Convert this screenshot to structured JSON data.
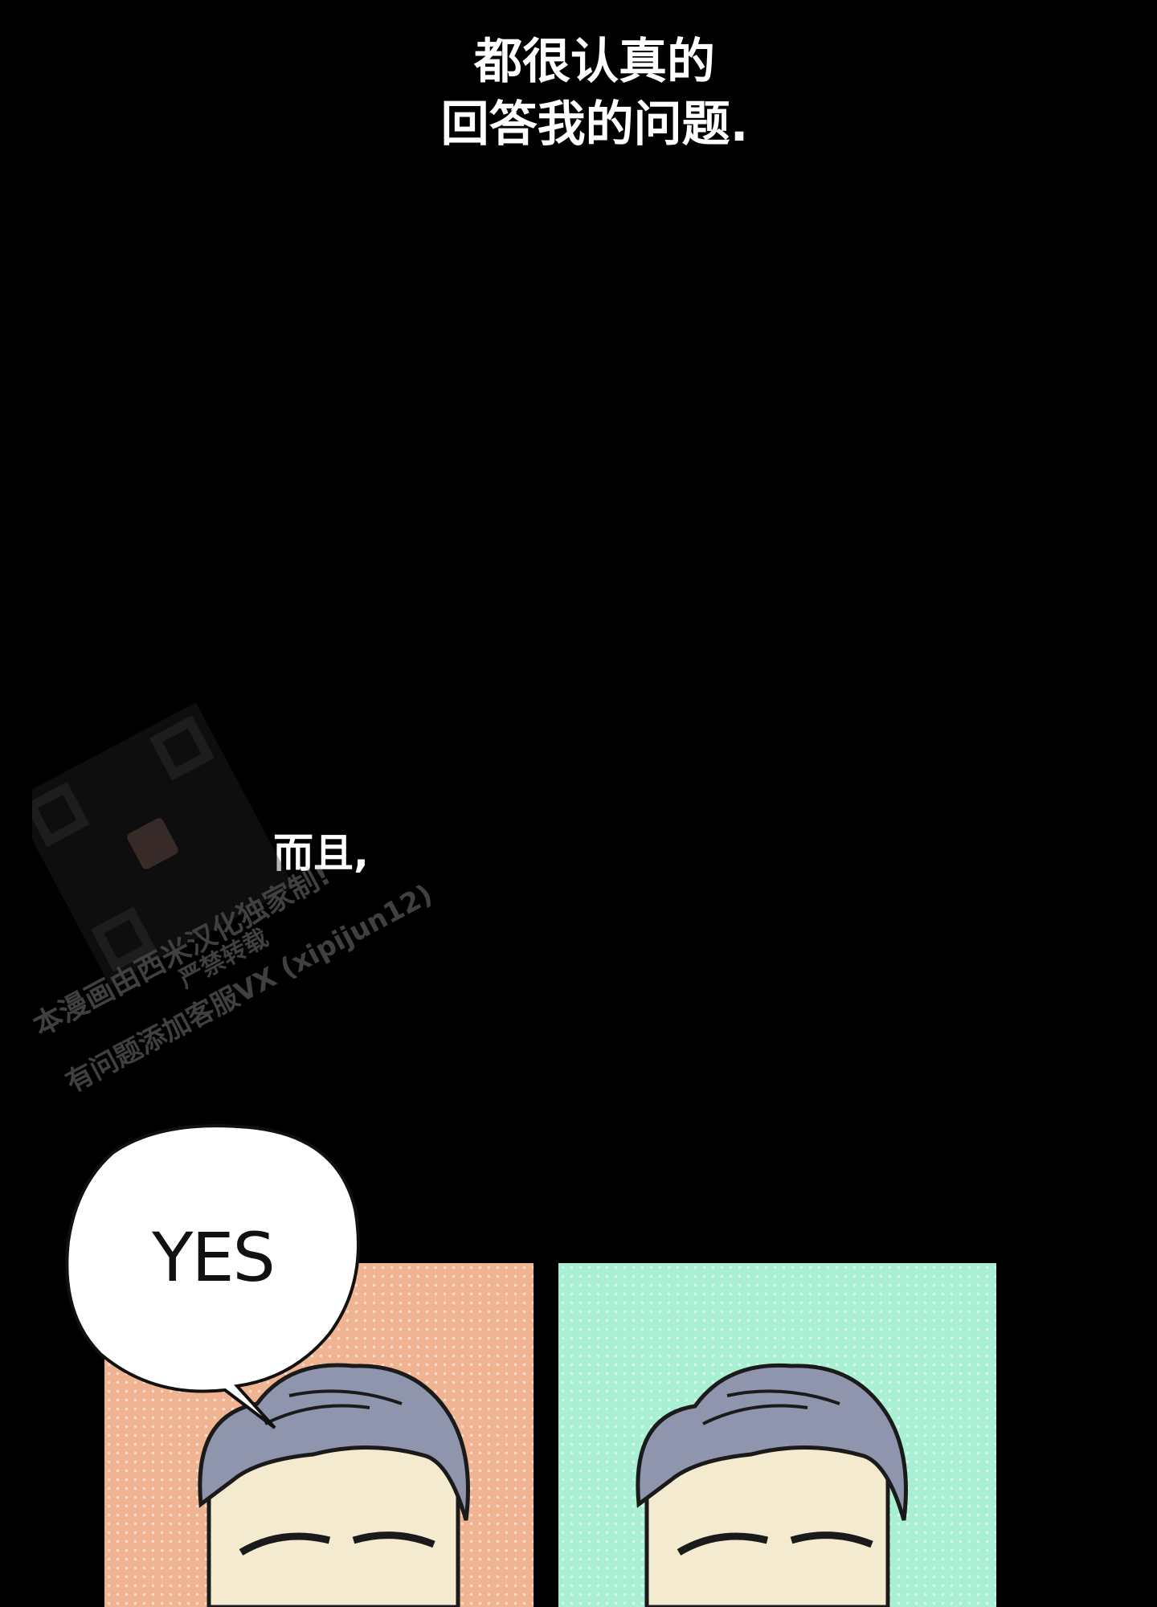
{
  "captions": {
    "top": "都很认真的\n回答我的问题.",
    "middle": "而且,"
  },
  "speech_bubble": {
    "text": "YES"
  },
  "watermark": {
    "line1": "本漫画由西米汉化独家制!",
    "line2": "严禁转载",
    "line3": "有问题添加客服VX (xipijun12)"
  },
  "colors": {
    "background": "#000000",
    "panel_left": "#f0b492",
    "panel_right": "#a9efd4",
    "hair": "#8f95ad",
    "skin": "#f3ead0"
  }
}
